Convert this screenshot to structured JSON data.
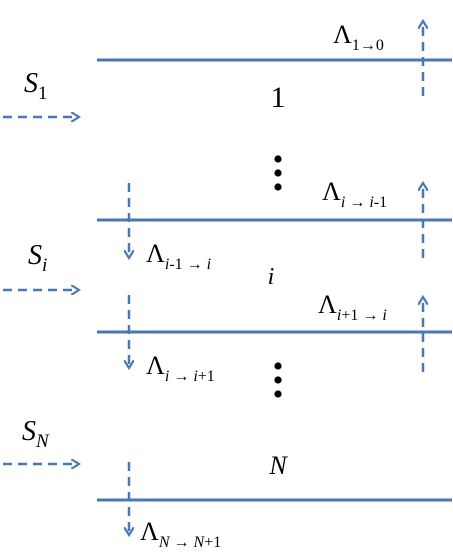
{
  "colors": {
    "line": "#4a78b5",
    "text": "#000000",
    "background": "#ffffff"
  },
  "sources": {
    "s1": {
      "base": "S",
      "sub": "1"
    },
    "si": {
      "base": "S",
      "sub": "i"
    },
    "sn": {
      "base": "S",
      "sub": "N"
    }
  },
  "levels": {
    "top_label": "1",
    "mid_label": "i",
    "bottom_label": "N"
  },
  "rates": {
    "r_1_0": {
      "base": "Λ",
      "sub": "1→0"
    },
    "r_i_im1": {
      "base": "Λ",
      "sub_a": "i",
      "sub_b": " → ",
      "sub_c": "i",
      "sub_d": "-1"
    },
    "r_im1_i": {
      "base": "Λ",
      "sub_a": "i",
      "sub_b": "-1 → ",
      "sub_c": "i"
    },
    "r_ip1_i": {
      "base": "Λ",
      "sub_a": "i",
      "sub_b": "+1 → ",
      "sub_c": "i"
    },
    "r_i_ip1": {
      "base": "Λ",
      "sub_a": "i",
      "sub_b": " → ",
      "sub_c": "i",
      "sub_d": "+1"
    },
    "r_N_Np1": {
      "base": "Λ",
      "sub_a": "N",
      "sub_b": " → ",
      "sub_c": "N",
      "sub_d": "+1"
    }
  },
  "icons": [
    "dots-vertical-icon",
    "dashed-arrow-right-icon",
    "dashed-arrow-up-icon",
    "dashed-arrow-down-icon"
  ]
}
